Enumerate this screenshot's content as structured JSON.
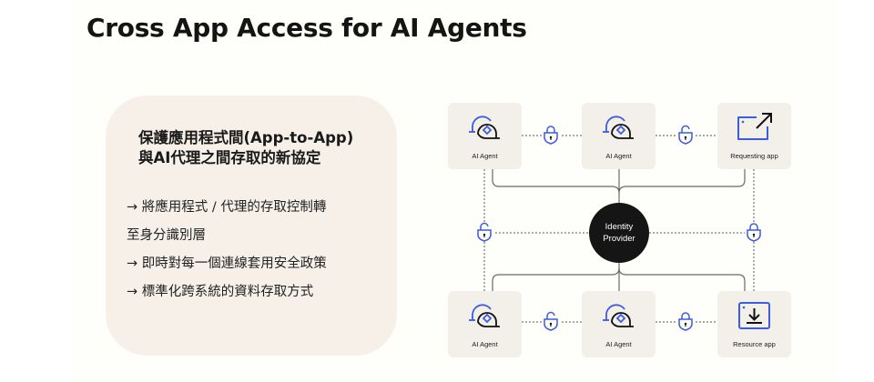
{
  "title": "Cross App Access for AI Agents",
  "info_card": {
    "heading_line1": "保護應用程式間(App-to-App)",
    "heading_line2": "與AI代理之間存取的新協定",
    "bullets": [
      "→ 將應用程式 / 代理的存取控制轉",
      "至身分識別層",
      "→ 即時對每一個連線套用安全政策",
      "→ 標準化跨系統的資料存取方式"
    ]
  },
  "diagram": {
    "top_nodes": [
      {
        "label": "AI Agent",
        "icon": "ai-agent-icon"
      },
      {
        "label": "AI Agent",
        "icon": "ai-agent-icon"
      },
      {
        "label": "Requesting app",
        "icon": "requesting-app-icon"
      }
    ],
    "bottom_nodes": [
      {
        "label": "AI Agent",
        "icon": "ai-agent-icon"
      },
      {
        "label": "AI Agent",
        "icon": "ai-agent-icon"
      },
      {
        "label": "Resource app",
        "icon": "resource-app-icon"
      }
    ],
    "identity_provider": {
      "line1": "Identity",
      "line2": "Provider"
    },
    "locks": {
      "top_left": "closed",
      "top_right": "open",
      "middle_left": "open",
      "middle_right": "closed",
      "bottom_left": "open",
      "bottom_right": "closed"
    },
    "colors": {
      "accent": "#3d5ce0",
      "dark": "#151515",
      "node_bg": "#f3efe9",
      "card_bg": "#f6f0e8"
    }
  }
}
